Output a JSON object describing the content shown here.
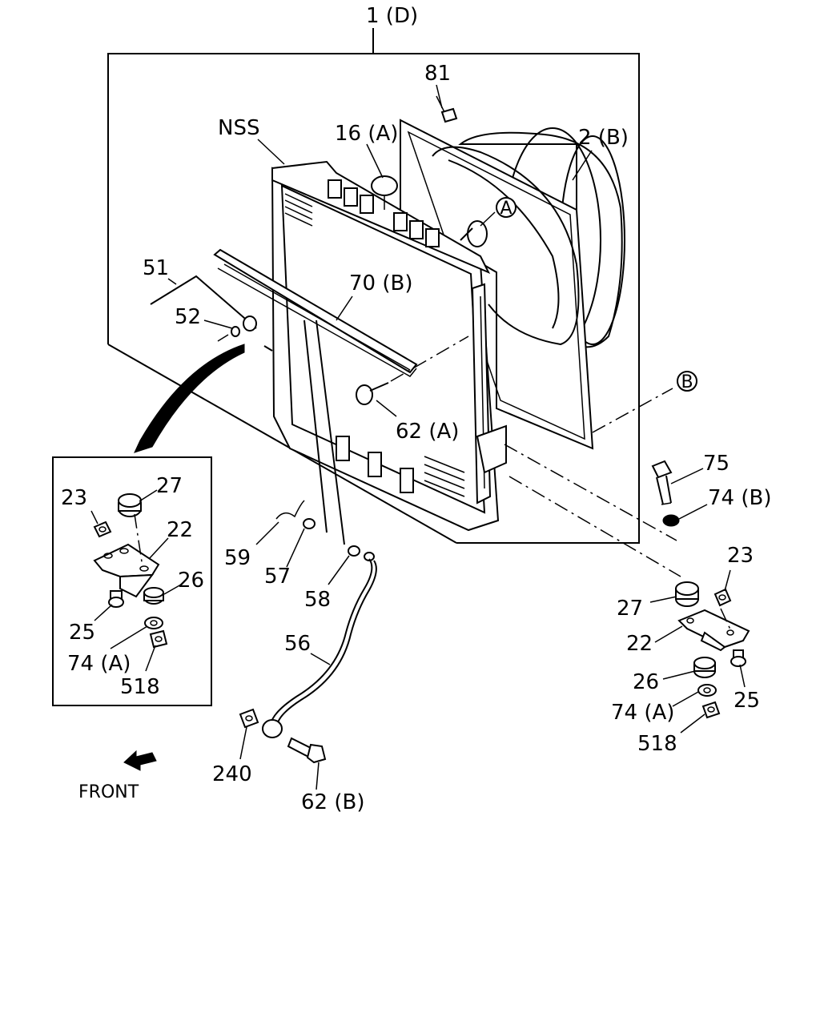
{
  "labels": {
    "l1d": "1 (D)",
    "l81": "81",
    "lnss": "NSS",
    "l16a": "16 (A)",
    "l2b": "2 (B)",
    "la": "A",
    "l51": "51",
    "l52": "52",
    "l70b": "70 (B)",
    "lb": "B",
    "l62a": "62 (A)",
    "l75": "75",
    "l74b": "74 (B)",
    "l23l": "23",
    "l27l": "27",
    "l22l": "22",
    "l26l": "26",
    "l25l": "25",
    "l74al": "74 (A)",
    "l518l": "518",
    "l59": "59",
    "l57": "57",
    "l58": "58",
    "l56": "56",
    "l240": "240",
    "l62b": "62 (B)",
    "l23r": "23",
    "l27r": "27",
    "l22r": "22",
    "l26r": "26",
    "l25r": "25",
    "l74ar": "74 (A)",
    "l518r": "518",
    "front": "FRONT"
  }
}
